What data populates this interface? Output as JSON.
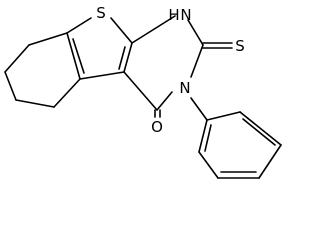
{
  "molecule": {
    "atoms": {
      "ring_sulfur": "S",
      "ring_nitrogen_h": "H",
      "ring_nitrogen_1": "N",
      "thione_sulfur": "S",
      "ring_nitrogen_3": "N",
      "carbonyl_oxygen": "O"
    }
  },
  "colors": {
    "bond": "#000000",
    "label": "#000000",
    "background": "#ffffff"
  }
}
